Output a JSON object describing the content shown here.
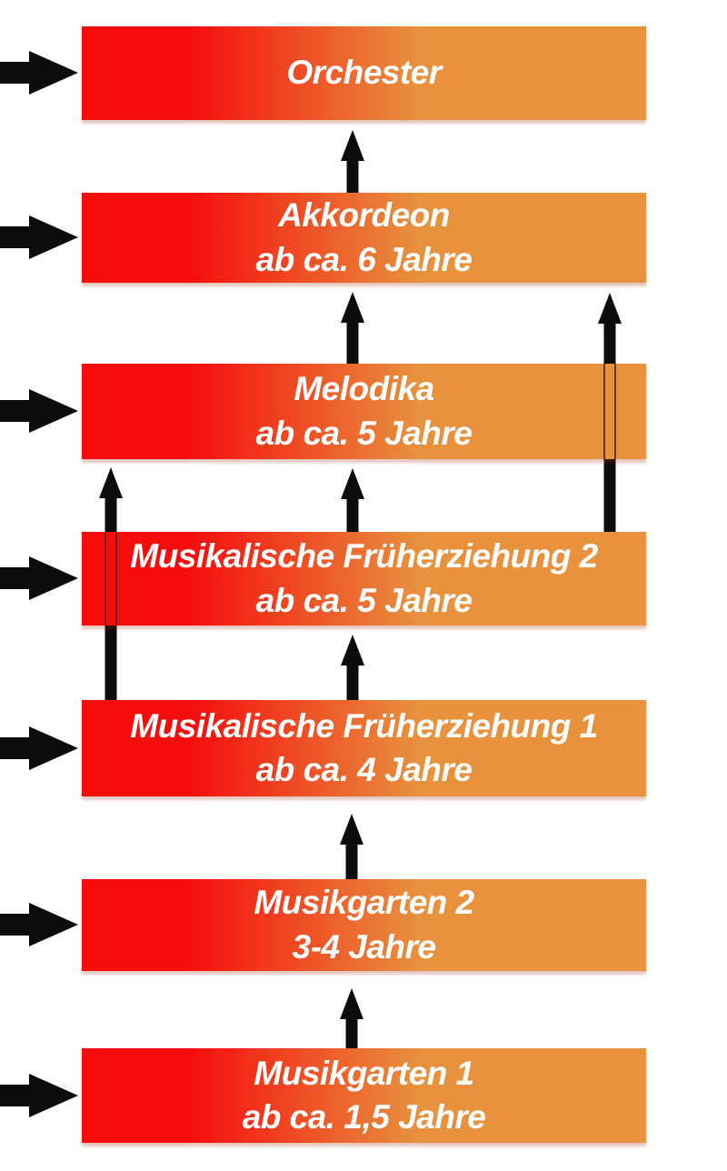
{
  "diagram": {
    "background_color": "#ffffff",
    "text_color": "#ffffff",
    "arrow_color": "#0c0c0c",
    "box_gradient": {
      "left_color": "#f50d0c",
      "right_color": "#e8923e"
    },
    "boxes": [
      {
        "id": "orchester",
        "lines": [
          "Orchester"
        ]
      },
      {
        "id": "akkordeon",
        "lines": [
          "Akkordeon",
          "ab ca. 6 Jahre"
        ]
      },
      {
        "id": "melodika",
        "lines": [
          "Melodika",
          "ab ca. 5 Jahre"
        ]
      },
      {
        "id": "musikalische-frueherziehung-2",
        "lines": [
          "Musikalische Früherziehung 2",
          "ab ca. 5 Jahre"
        ]
      },
      {
        "id": "musikalische-frueherziehung-1",
        "lines": [
          "Musikalische Früherziehung 1",
          "ab ca. 4 Jahre"
        ]
      },
      {
        "id": "musikgarten-2",
        "lines": [
          "Musikgarten 2",
          "3-4 Jahre"
        ]
      },
      {
        "id": "musikgarten-1",
        "lines": [
          "Musikgarten 1",
          "ab ca. 1,5 Jahre"
        ]
      }
    ],
    "flow_arrows": [
      {
        "from": "akkordeon",
        "to": "orchester"
      },
      {
        "from": "melodika",
        "to": "akkordeon"
      },
      {
        "from": "musikalische-frueherziehung-2",
        "to": "melodika"
      },
      {
        "from": "musikalische-frueherziehung-1",
        "to": "musikalische-frueherziehung-2"
      },
      {
        "from": "musikgarten-2",
        "to": "musikalische-frueherziehung-1"
      },
      {
        "from": "musikgarten-1",
        "to": "musikgarten-2"
      },
      {
        "from": "musikalische-frueherziehung-1",
        "to": "melodika",
        "bypasses": "musikalische-frueherziehung-2"
      },
      {
        "from": "musikalische-frueherziehung-2",
        "to": "akkordeon",
        "bypasses": "melodika"
      }
    ],
    "entry_arrows": [
      "orchester",
      "akkordeon",
      "melodika",
      "musikalische-frueherziehung-2",
      "musikalische-frueherziehung-1",
      "musikgarten-2",
      "musikgarten-1"
    ]
  }
}
